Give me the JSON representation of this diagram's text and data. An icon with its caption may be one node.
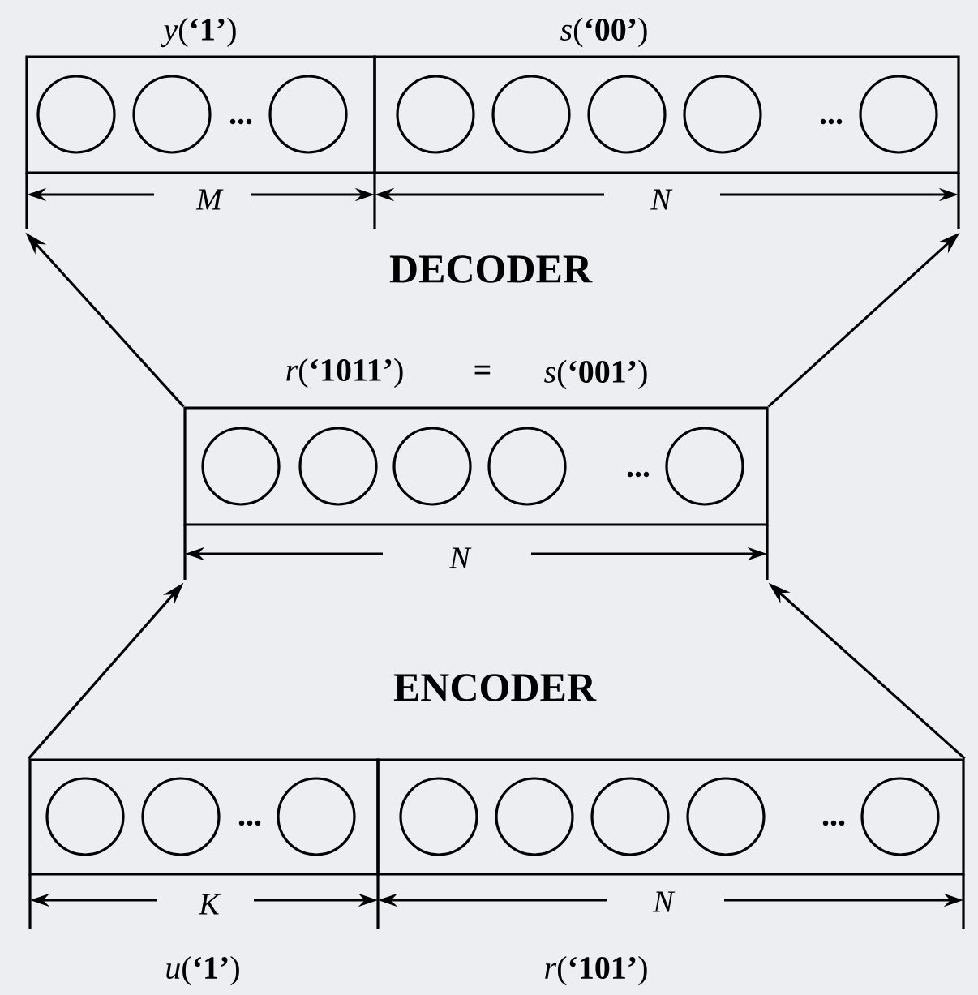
{
  "diagram": {
    "nodes": [
      {
        "text": [
          "*y*(**‘1’**)",
          "..."
        ]
      },
      {
        "text": [],
        "shape": "circle",
        "in": 0
      },
      {
        "text": [],
        "shape": "circle",
        "in": 0
      },
      {
        "text": [],
        "shape": "circle",
        "in": 0
      },
      {
        "text": [
          "*s*(**‘00’**)",
          "..."
        ]
      },
      {
        "text": [],
        "shape": "circle",
        "in": 4
      },
      {
        "text": [],
        "shape": "circle",
        "in": 4
      },
      {
        "text": [],
        "shape": "circle",
        "in": 4
      },
      {
        "text": [],
        "shape": "circle",
        "in": 4
      },
      {
        "text": [],
        "shape": "circle",
        "in": 4
      },
      {
        "text": [
          "*r*(**‘1011’**)",
          "=",
          "*s*(**‘001’**)",
          "..."
        ]
      },
      {
        "text": [],
        "shape": "circle",
        "in": 10
      },
      {
        "text": [],
        "shape": "circle",
        "in": 10
      },
      {
        "text": [],
        "shape": "circle",
        "in": 10
      },
      {
        "text": [],
        "shape": "circle",
        "in": 10
      },
      {
        "text": [],
        "shape": "circle",
        "in": 10
      },
      {
        "text": [
          "...",
          "*u*(**‘1’**)"
        ]
      },
      {
        "text": [],
        "shape": "circle",
        "in": 16
      },
      {
        "text": [],
        "shape": "circle",
        "in": 16
      },
      {
        "text": [],
        "shape": "circle",
        "in": 16
      },
      {
        "text": [
          "...",
          "*r*(**‘101’**)"
        ]
      },
      {
        "text": [],
        "shape": "circle",
        "in": 20
      },
      {
        "text": [],
        "shape": "circle",
        "in": 20
      },
      {
        "text": [],
        "shape": "circle",
        "in": 20
      },
      {
        "text": [],
        "shape": "circle",
        "in": 20
      },
      {
        "text": [],
        "shape": "circle",
        "in": 20
      }
    ],
    "edges": [
      {
        "from": 10,
        "to": 0,
        "arrow": "to"
      },
      {
        "from": 10,
        "to": 4,
        "arrow": "to"
      },
      {
        "from": 16,
        "to": 10,
        "arrow": "to"
      },
      {
        "from": 20,
        "to": 10,
        "arrow": "to"
      }
    ],
    "labels": [
      "M",
      "N",
      "DECODER",
      "N",
      "ENCODER",
      "K",
      "N"
    ]
  }
}
